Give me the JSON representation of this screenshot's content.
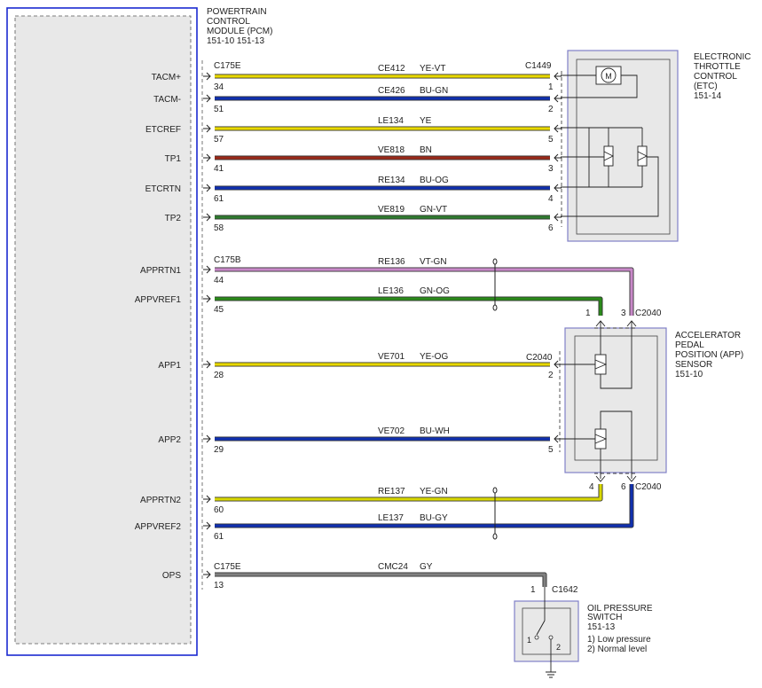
{
  "pcm": {
    "title": [
      "POWERTRAIN",
      "CONTROL",
      "MODULE (PCM)",
      "151-10  151-13"
    ]
  },
  "etc": {
    "title": [
      "ELECTRONIC",
      "THROTTLE",
      "CONTROL",
      "(ETC)",
      "151-14"
    ],
    "motor_symbol": "M"
  },
  "app": {
    "title": [
      "ACCELERATOR",
      "PEDAL",
      "POSITION (APP)",
      "SENSOR",
      "151-10"
    ]
  },
  "ops": {
    "title": [
      "OIL PRESSURE",
      "SWITCH",
      "151-13"
    ],
    "notes": [
      "1) Low pressure",
      "2) Normal level"
    ],
    "contact_1": "1",
    "contact_2": "2"
  },
  "connectors": {
    "pcm_c175e_top": "C175E",
    "pcm_c175b": "C175B",
    "pcm_c175e_bottom": "C175E",
    "etc_c1449": "C1449",
    "app_c2040_top": "C2040",
    "app_c2040_mid": "C2040",
    "app_c2040_bottom": "C2040",
    "ops_c1642": "C1642"
  },
  "app_pins": {
    "top_left": "1",
    "top_right": "3",
    "bottom_left": "4",
    "bottom_right": "6"
  },
  "ops_pin": "1",
  "wires": [
    {
      "signal": "TACM+",
      "pcm_pin": "34",
      "circuit": "CE412",
      "color_code": "YE-VT",
      "far_pin": "1",
      "colors": [
        "#e8d800",
        "#e8d800"
      ]
    },
    {
      "signal": "TACM-",
      "pcm_pin": "51",
      "circuit": "CE426",
      "color_code": "BU-GN",
      "far_pin": "2",
      "colors": [
        "#1030b0",
        "#1030b0"
      ]
    },
    {
      "signal": "ETCREF",
      "pcm_pin": "57",
      "circuit": "LE134",
      "color_code": "YE",
      "far_pin": "5",
      "colors": [
        "#e8d800",
        "#e8d800"
      ]
    },
    {
      "signal": "TP1",
      "pcm_pin": "41",
      "circuit": "VE818",
      "color_code": "BN",
      "far_pin": "3",
      "colors": [
        "#9a2a1a",
        "#9a2a1a"
      ]
    },
    {
      "signal": "ETCRTN",
      "pcm_pin": "61",
      "circuit": "RE134",
      "color_code": "BU-OG",
      "far_pin": "4",
      "colors": [
        "#1030b0",
        "#1030b0"
      ]
    },
    {
      "signal": "TP2",
      "pcm_pin": "58",
      "circuit": "VE819",
      "color_code": "GN-VT",
      "far_pin": "6",
      "colors": [
        "#2f7a2f",
        "#2f7a2f"
      ]
    },
    {
      "signal": "APPRTN1",
      "pcm_pin": "44",
      "circuit": "RE136",
      "color_code": "VT-GN",
      "far_pin": "",
      "colors": [
        "#c888c8",
        "#c888c8"
      ]
    },
    {
      "signal": "APPVREF1",
      "pcm_pin": "45",
      "circuit": "LE136",
      "color_code": "GN-OG",
      "far_pin": "",
      "colors": [
        "#2a8a1a",
        "#2a8a1a"
      ]
    },
    {
      "signal": "APP1",
      "pcm_pin": "28",
      "circuit": "VE701",
      "color_code": "YE-OG",
      "far_pin": "2",
      "colors": [
        "#e8d800",
        "#e8d800"
      ]
    },
    {
      "signal": "APP2",
      "pcm_pin": "29",
      "circuit": "VE702",
      "color_code": "BU-WH",
      "far_pin": "5",
      "colors": [
        "#1030b0",
        "#1030b0"
      ]
    },
    {
      "signal": "APPRTN2",
      "pcm_pin": "60",
      "circuit": "RE137",
      "color_code": "YE-GN",
      "far_pin": "",
      "colors": [
        "#d8d800",
        "#d8d800"
      ]
    },
    {
      "signal": "APPVREF2",
      "pcm_pin": "61",
      "circuit": "LE137",
      "color_code": "BU-GY",
      "far_pin": "",
      "colors": [
        "#1030b0",
        "#1030b0"
      ]
    },
    {
      "signal": "OPS",
      "pcm_pin": "13",
      "circuit": "CMC24",
      "color_code": "GY",
      "far_pin": "",
      "colors": [
        "#808080",
        "#808080"
      ]
    }
  ]
}
